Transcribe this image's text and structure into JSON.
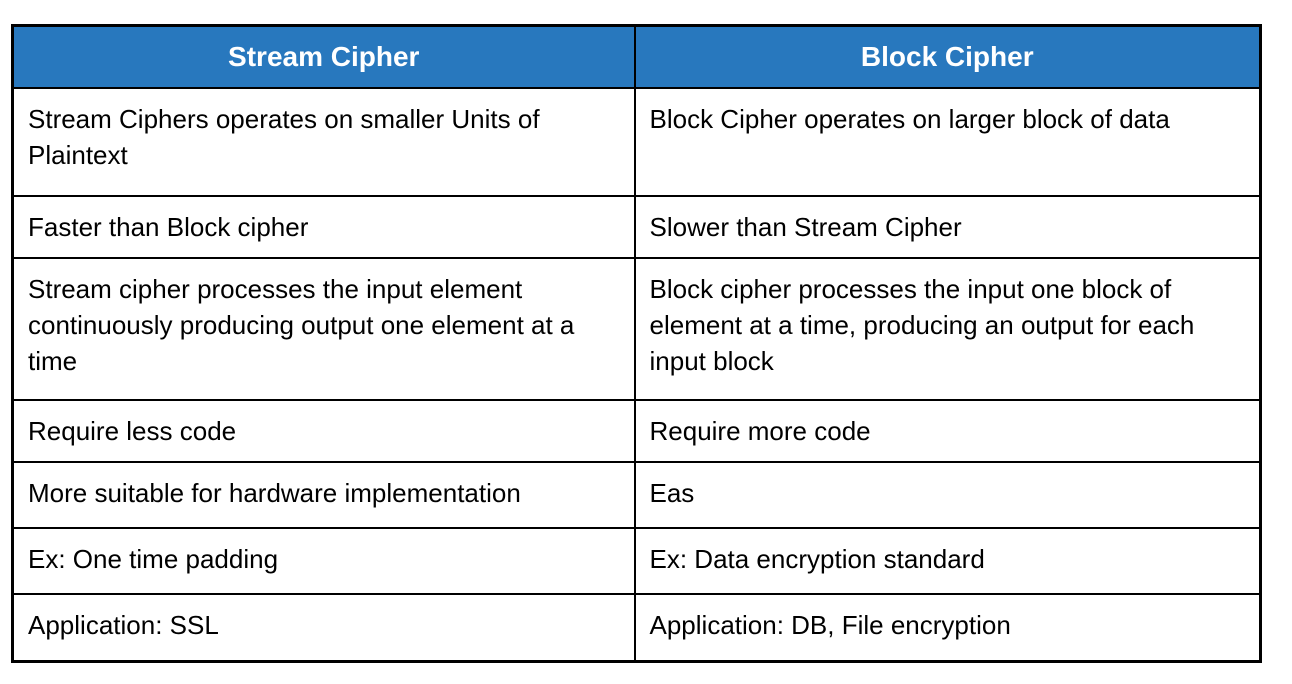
{
  "table": {
    "title": "Stream Cipher vs Block Cipher comparison",
    "colors": {
      "header_bg": "#2878BE",
      "header_text": "#FFFFFF",
      "border": "#000000",
      "cell_bg": "#FFFFFF",
      "cell_text": "#000000"
    },
    "columns": [
      {
        "label": "Stream Cipher"
      },
      {
        "label": "Block Cipher"
      }
    ],
    "rows": [
      {
        "stream": "Stream Ciphers operates on smaller Units of Plaintext",
        "block": "Block Cipher operates on larger block of data"
      },
      {
        "stream": "Faster than Block cipher",
        "block": "Slower than Stream Cipher"
      },
      {
        "stream": "Stream cipher processes the input element continuously producing output one element at a time",
        "block": "Block cipher processes the input one block of element at a time, producing an output for each input block"
      },
      {
        "stream": "Require less code",
        "block": "Require more code"
      },
      {
        "stream": "More suitable for hardware implementation",
        "block": "Eas"
      },
      {
        "stream": "Ex: One time padding",
        "block": "Ex: Data encryption standard"
      },
      {
        "stream": "Application: SSL",
        "block": "Application: DB, File encryption"
      }
    ]
  }
}
